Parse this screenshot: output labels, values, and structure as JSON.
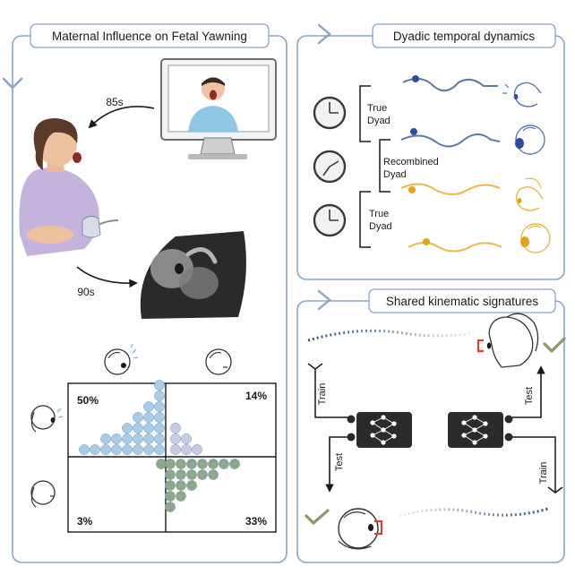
{
  "panels": {
    "maternal": {
      "title": "Maternal Influence on Fetal Yawning",
      "delay_screen": "85s",
      "delay_fetus": "90s",
      "quadrants": {
        "top_left": "50%",
        "top_right": "14%",
        "bottom_left": "3%",
        "bottom_right": "33%"
      }
    },
    "dyadic": {
      "title": "Dyadic temporal dynamics",
      "rows": {
        "true_dyad_1": [
          "True",
          "Dyad"
        ],
        "recombined": [
          "Recombined",
          "Dyad"
        ],
        "true_dyad_2": [
          "True",
          "Dyad"
        ]
      }
    },
    "kinematic": {
      "title": "Shared kinematic signatures",
      "train_left": "Train",
      "test_left": "Test",
      "test_right": "Test",
      "train_right": "Train"
    }
  },
  "colors": {
    "panel_border": "#8aa3c8",
    "blue_line": "#5a78a8",
    "yellow_line": "#e8b84a",
    "dot_blue": "#a9cde6",
    "dot_lilac": "#c7cbe6",
    "dot_green": "#8fa88a",
    "check_green": "#8c9a6a",
    "mouth_red": "#d8413a",
    "network_box": "#2b2b2b"
  }
}
